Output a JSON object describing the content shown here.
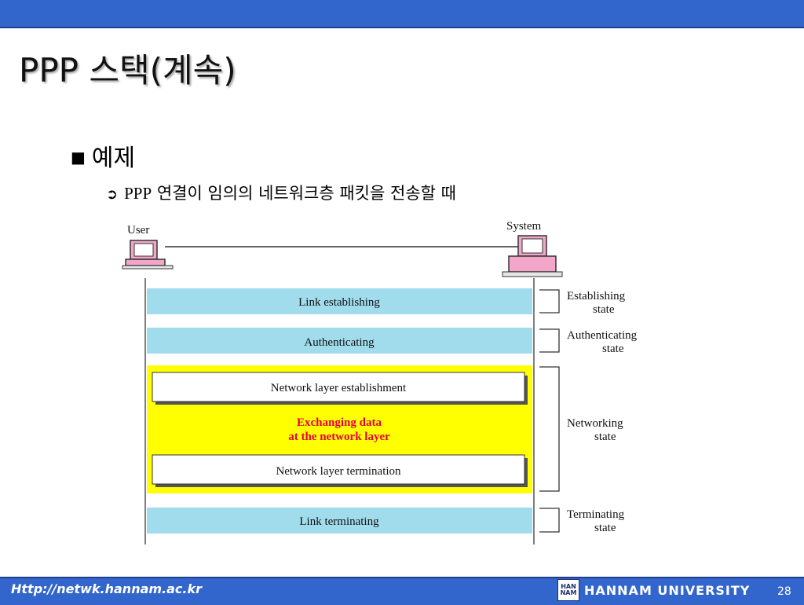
{
  "slide": {
    "title": "PPP 스택(계속)",
    "bullet_level1": "예제",
    "bullet_level2_prefix": "PPP",
    "bullet_level2_text": " 연결이 임의의 네트워크층 패킷을 전송할 때"
  },
  "diagram": {
    "user_label": "User",
    "system_label": "System",
    "phases": {
      "link_establishing": "Link establishing",
      "authenticating": "Authenticating",
      "network_layer_establishment": "Network layer establishment",
      "exchanging_line1": "Exchanging data",
      "exchanging_line2": "at the network layer",
      "network_layer_termination": "Network layer termination",
      "link_terminating": "Link terminating"
    },
    "states": {
      "establishing_1": "Establishing",
      "establishing_2": "state",
      "authenticating_1": "Authenticating",
      "authenticating_2": "state",
      "networking_1": "Networking",
      "networking_2": "state",
      "terminating_1": "Terminating",
      "terminating_2": "state"
    },
    "colors": {
      "phase_band": "#a0dcec",
      "networking_band": "#ffff00",
      "exchanging_text": "#e8003a",
      "computer_body": "#f2a6c8"
    }
  },
  "footer": {
    "url": "Http://netwk.hannam.ac.kr",
    "logo_text": "HAN NAM",
    "university": "HANNAM  UNIVERSITY",
    "page_number": "28"
  }
}
